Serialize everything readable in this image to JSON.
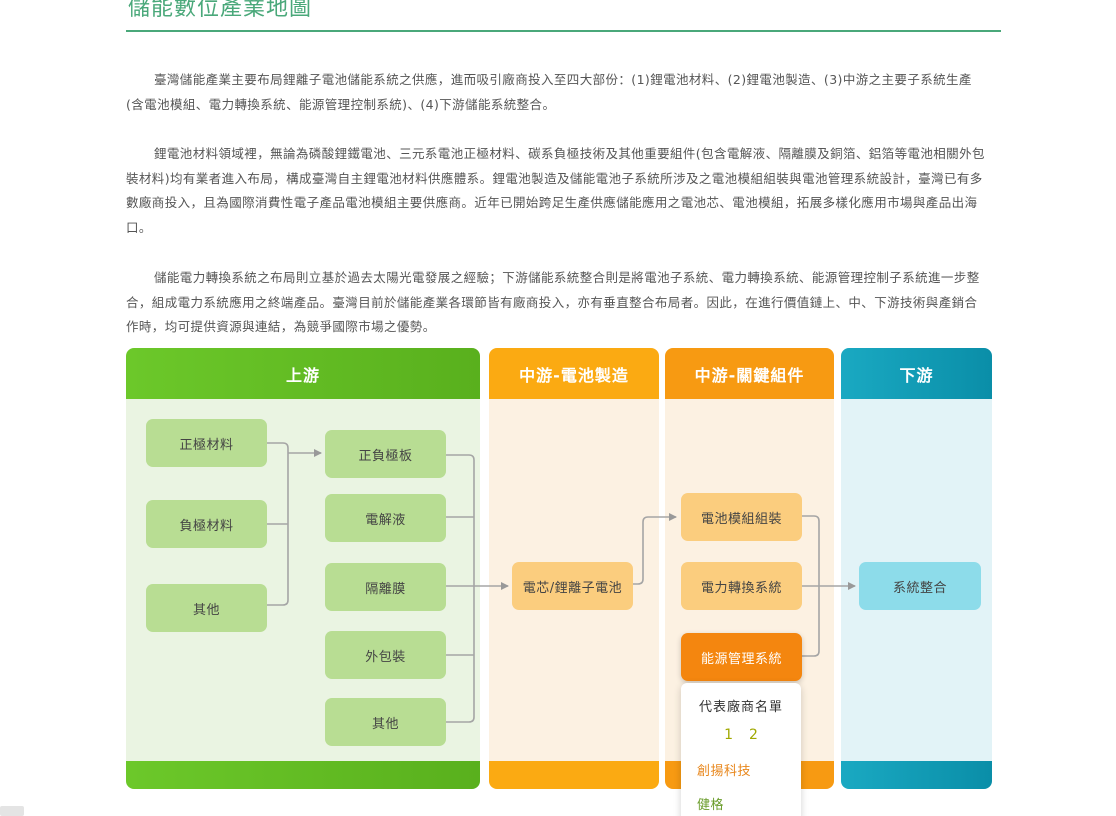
{
  "page": {
    "title": "儲能數位產業地圖"
  },
  "paragraphs": {
    "p1": "臺灣儲能產業主要布局鋰離子電池儲能系統之供應，進而吸引廠商投入至四大部份：(1)鋰電池材料、(2)鋰電池製造、(3)中游之主要子系統生產(含電池模組、電力轉換系統、能源管理控制系統)、(4)下游儲能系統整合。",
    "p2": "鋰電池材料領域裡，無論為磷酸鋰鐵電池、三元系電池正極材料、碳系負極技術及其他重要組件(包含電解液、隔離膜及銅箔、鋁箔等電池相關外包裝材料)均有業者進入布局，構成臺灣自主鋰電池材料供應體系。鋰電池製造及儲能電池子系統所涉及之電池模組組裝與電池管理系統設計，臺灣已有多數廠商投入，且為國際消費性電子產品電池模組主要供應商。近年已開始跨足生產供應儲能應用之電池芯、電池模組，拓展多樣化應用市場與產品出海口。",
    "p3": "儲能電力轉換系統之布局則立基於過去太陽光電發展之經驗；下游儲能系統整合則是將電池子系統、電力轉換系統、能源管理控制子系統進一步整合，組成電力系統應用之終端產品。臺灣目前於儲能產業各環節皆有廠商投入，亦有垂直整合布局者。因此，在進行價值鏈上、中、下游技術與產銷合作時，均可提供資源與連結，為競爭國際市場之優勢。"
  },
  "columns": {
    "upstream": "上游",
    "midstream_battery": "中游-電池製造",
    "midstream_components": "中游-關鍵組件",
    "downstream": "下游"
  },
  "nodes": {
    "cathode": "正極材料",
    "anode": "負極材料",
    "other_material": "其他",
    "electrode_plate": "正負極板",
    "electrolyte": "電解液",
    "separator": "隔離膜",
    "packaging": "外包裝",
    "other_component": "其他",
    "battery_cell": "電芯/鋰離子電池",
    "module_assembly": "電池模組組裝",
    "power_conversion": "電力轉換系統",
    "energy_management": "能源管理系統",
    "system_integration": "系統整合"
  },
  "popup": {
    "title": "代表廠商名單",
    "pages": [
      "1",
      "2"
    ],
    "vendors": [
      "創揚科技",
      "健格"
    ]
  },
  "colors": {
    "accent_green": "#4aa87a",
    "upstream": "#6cc82a",
    "midstream": "#fbaa12",
    "downstream": "#1aa9c2",
    "highlight_node": "#f4860f"
  }
}
